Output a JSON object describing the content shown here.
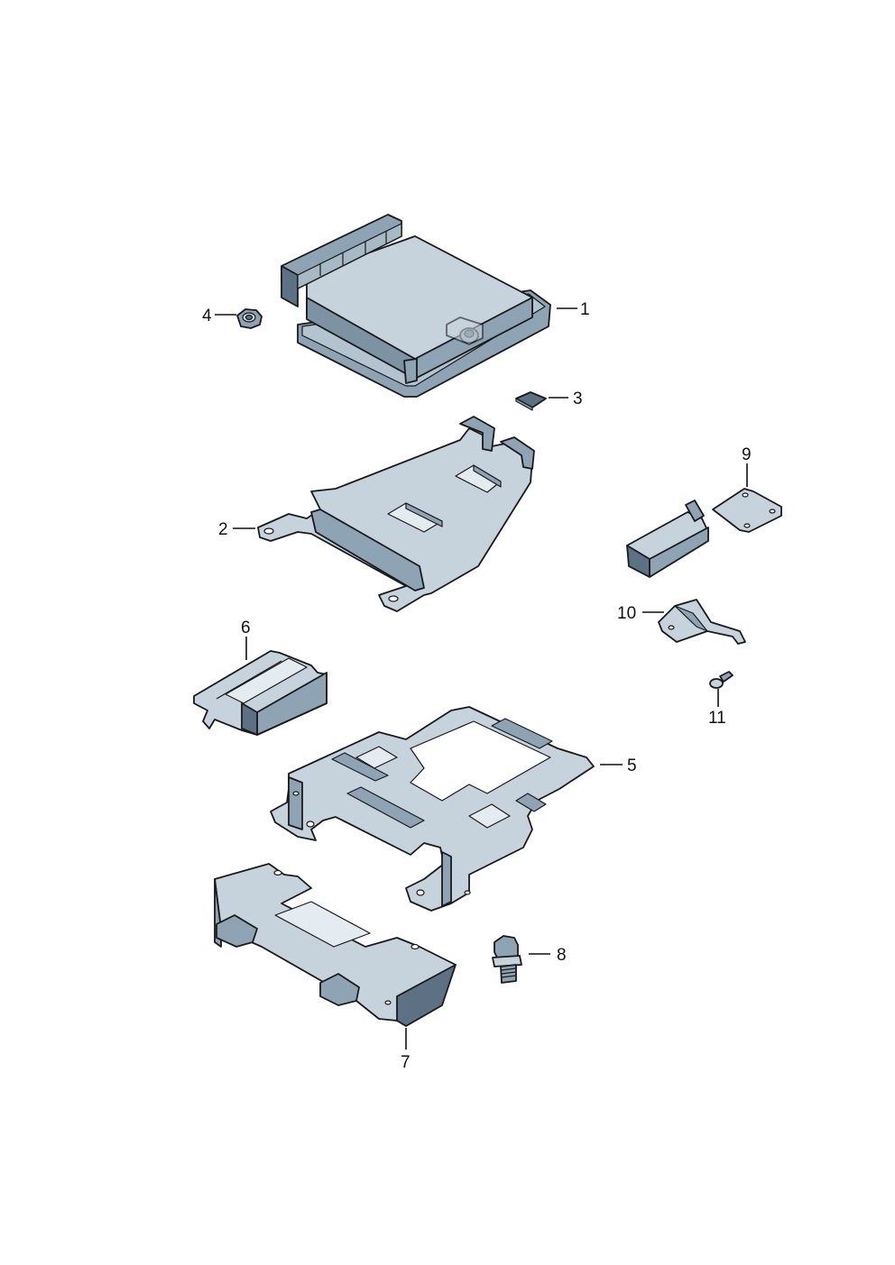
{
  "diagram": {
    "parts": [
      {
        "id": "part-1",
        "label": "1",
        "description_name": "control-unit"
      },
      {
        "id": "part-2",
        "label": "2",
        "description_name": "upper-bracket"
      },
      {
        "id": "part-3",
        "label": "3",
        "description_name": "pad"
      },
      {
        "id": "part-4",
        "label": "4",
        "description_name": "nut"
      },
      {
        "id": "part-5",
        "label": "5",
        "description_name": "mounting-plate"
      },
      {
        "id": "part-6",
        "label": "6",
        "description_name": "connector-holder"
      },
      {
        "id": "part-7",
        "label": "7",
        "description_name": "lower-bracket"
      },
      {
        "id": "part-8",
        "label": "8",
        "description_name": "bolt"
      },
      {
        "id": "part-9",
        "label": "9",
        "description_name": "holder-bracket"
      },
      {
        "id": "part-10",
        "label": "10",
        "description_name": "clip"
      },
      {
        "id": "part-11",
        "label": "11",
        "description_name": "screw"
      }
    ],
    "colors": {
      "part_fill": "#c6d3dd",
      "part_shade": "#8ea3b3",
      "part_dark": "#5c7284",
      "part_light": "#e4ecf1",
      "outline": "#1a1a1a"
    }
  }
}
